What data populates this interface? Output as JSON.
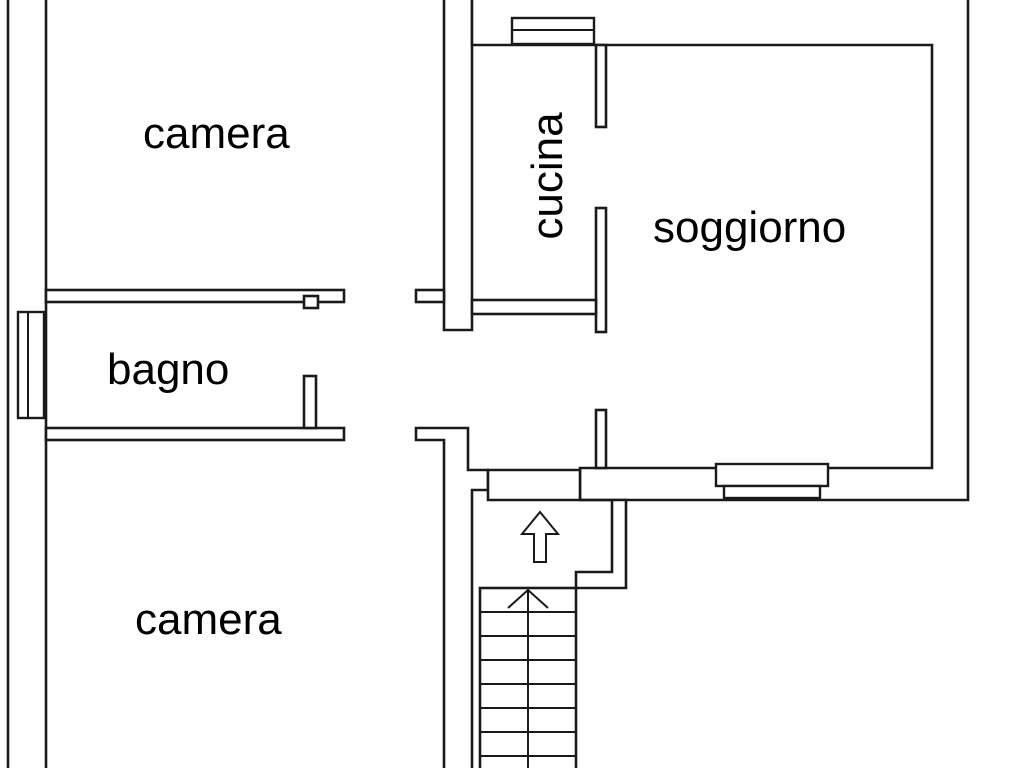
{
  "rooms": {
    "camera_top": "camera",
    "cucina": "cucina",
    "soggiorno": "soggiorno",
    "bagno": "bagno",
    "camera_bottom": "camera"
  },
  "colors": {
    "wall_stroke": "#1a1a1a",
    "background": "#ffffff",
    "text": "#000000"
  },
  "icons": {
    "entrance_arrow": "up-arrow-icon",
    "stair_arrow": "stair-direction-icon"
  }
}
